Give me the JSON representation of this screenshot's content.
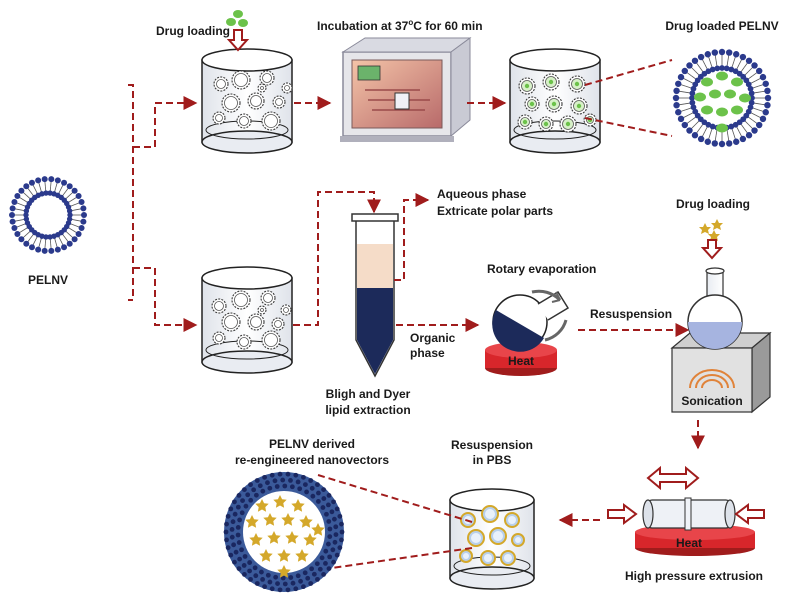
{
  "labels": {
    "pelnv": "PELNV",
    "drug_loading_top": "Drug loading",
    "incubation_prefix": "Incubation at 37",
    "incubation_sup": "o",
    "incubation_suffix": "C for 60 min",
    "drug_loaded_pelnv": "Drug loaded PELNV",
    "aqueous_line1": "Aqueous phase",
    "aqueous_line2": "Extricate polar parts",
    "drug_loading_right": "Drug loading",
    "rotary_evaporation": "Rotary evaporation",
    "organic_line1": "Organic",
    "organic_line2": "phase",
    "resuspension": "Resuspension",
    "heat_rotary": "Heat",
    "bligh_line1": "Bligh and Dyer",
    "bligh_line2": "lipid extraction",
    "sonication": "Sonication",
    "derived_line1": "PELNV derived",
    "derived_line2": "re-engineered nanovectors",
    "resusp_pbs_line1": "Resuspension",
    "resusp_pbs_line2": "in PBS",
    "heat_extrusion": "Heat",
    "high_pressure": "High pressure extrusion"
  },
  "colors": {
    "arrow_red": "#a01c1c",
    "vesicle_blue": "#2b3a8c",
    "drug_green": "#6cc24a",
    "drug_gold": "#d4a82a",
    "organic_navy": "#1c2a5a",
    "aqueous_peach": "#f5dcc8",
    "heat_red": "#d8262b"
  }
}
